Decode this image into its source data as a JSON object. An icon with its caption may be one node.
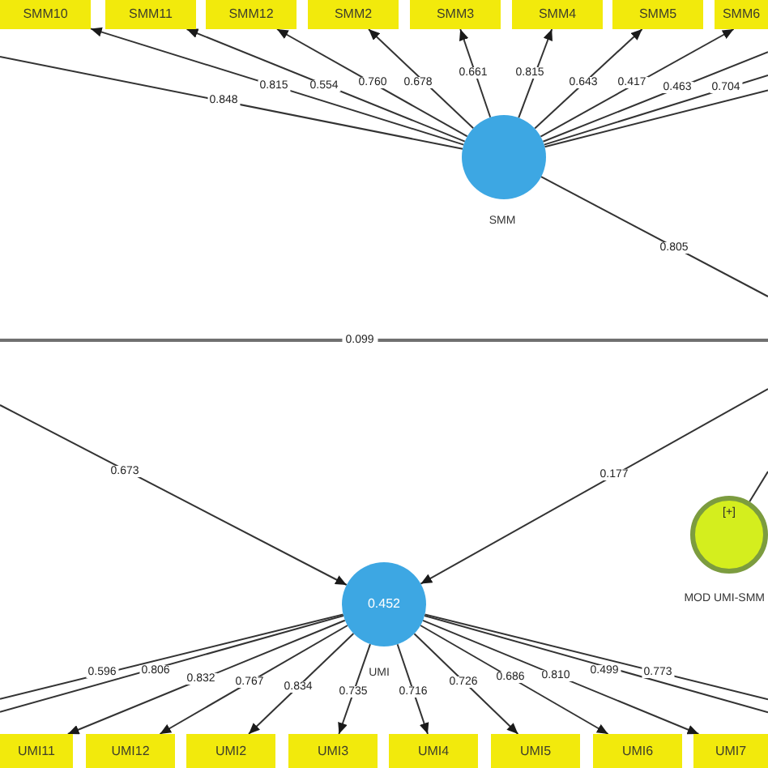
{
  "diagram": {
    "nodes": [
      {
        "text": [
          "SMM10"
        ]
      },
      {
        "text": [
          "SMM11"
        ]
      },
      {
        "text": [
          "SMM12"
        ]
      },
      {
        "text": [
          "SMM2"
        ]
      },
      {
        "text": [
          "SMM3"
        ]
      },
      {
        "text": [
          "SMM4"
        ]
      },
      {
        "text": [
          "SMM5"
        ]
      },
      {
        "text": [
          "SMM6"
        ]
      },
      {
        "text": [],
        "shape": "circle",
        "beside": [
          "SMM"
        ]
      },
      {
        "text": [
          "[+]"
        ],
        "beside": [
          "MOD UMI-SMM"
        ]
      },
      {
        "text": [
          "0.452"
        ],
        "beside": [
          "UMI"
        ]
      },
      {
        "text": [
          "UMI11"
        ]
      },
      {
        "text": [
          "UMI12"
        ]
      },
      {
        "text": [
          "UMI2"
        ]
      },
      {
        "text": [
          "UMI3"
        ]
      },
      {
        "text": [
          "UMI4"
        ]
      },
      {
        "text": [
          "UMI5"
        ]
      },
      {
        "text": [
          "UMI6"
        ]
      },
      {
        "text": [
          "UMI7"
        ]
      }
    ],
    "edges": [
      {
        "from": 8,
        "to": null,
        "arrow": "none",
        "label": "0.848"
      },
      {
        "from": 8,
        "to": 0,
        "arrow": "to",
        "label": "0.815"
      },
      {
        "from": 8,
        "to": 1,
        "arrow": "to",
        "label": "0.554"
      },
      {
        "from": 8,
        "to": 2,
        "arrow": "to",
        "label": "0.760"
      },
      {
        "from": 8,
        "to": 3,
        "arrow": "to",
        "label": "0.678"
      },
      {
        "from": 8,
        "to": 4,
        "arrow": "to",
        "label": "0.661"
      },
      {
        "from": 8,
        "to": 5,
        "arrow": "to",
        "label": "0.815"
      },
      {
        "from": 8,
        "to": 6,
        "arrow": "to",
        "label": "0.643"
      },
      {
        "from": 8,
        "to": 7,
        "arrow": "to",
        "label": "0.417"
      },
      {
        "from": 8,
        "to": null,
        "arrow": "none",
        "label": "0.463"
      },
      {
        "from": 8,
        "to": null,
        "arrow": "none",
        "label": "0.704"
      },
      {
        "from": 8,
        "to": null,
        "arrow": "none"
      },
      {
        "from": 8,
        "to": null,
        "arrow": "none",
        "label": "0.805"
      },
      {
        "from": null,
        "to": 10,
        "arrow": "to",
        "label": "0.673"
      },
      {
        "from": null,
        "to": 10,
        "arrow": "to",
        "label": "0.177"
      },
      {
        "from": 9,
        "to": null,
        "arrow": "none"
      },
      {
        "from": 10,
        "to": null,
        "arrow": "none",
        "label": "0.596"
      },
      {
        "from": 10,
        "to": null,
        "arrow": "none",
        "label": "0.806"
      },
      {
        "from": 10,
        "to": 11,
        "arrow": "to",
        "label": "0.832"
      },
      {
        "from": 10,
        "to": 12,
        "arrow": "to",
        "label": "0.767"
      },
      {
        "from": 10,
        "to": 13,
        "arrow": "to",
        "label": "0.834"
      },
      {
        "from": 10,
        "to": 14,
        "arrow": "to",
        "label": "0.735"
      },
      {
        "from": 10,
        "to": 15,
        "arrow": "to",
        "label": "0.716"
      },
      {
        "from": 10,
        "to": 16,
        "arrow": "to",
        "label": "0.726"
      },
      {
        "from": 10,
        "to": 17,
        "arrow": "to",
        "label": "0.686"
      },
      {
        "from": 10,
        "to": 18,
        "arrow": "to",
        "label": "0.810"
      },
      {
        "from": 10,
        "to": null,
        "arrow": "none",
        "label": "0.499"
      },
      {
        "from": 10,
        "to": null,
        "arrow": "none",
        "label": "0.773"
      }
    ],
    "labels": [
      "0.099"
    ]
  }
}
